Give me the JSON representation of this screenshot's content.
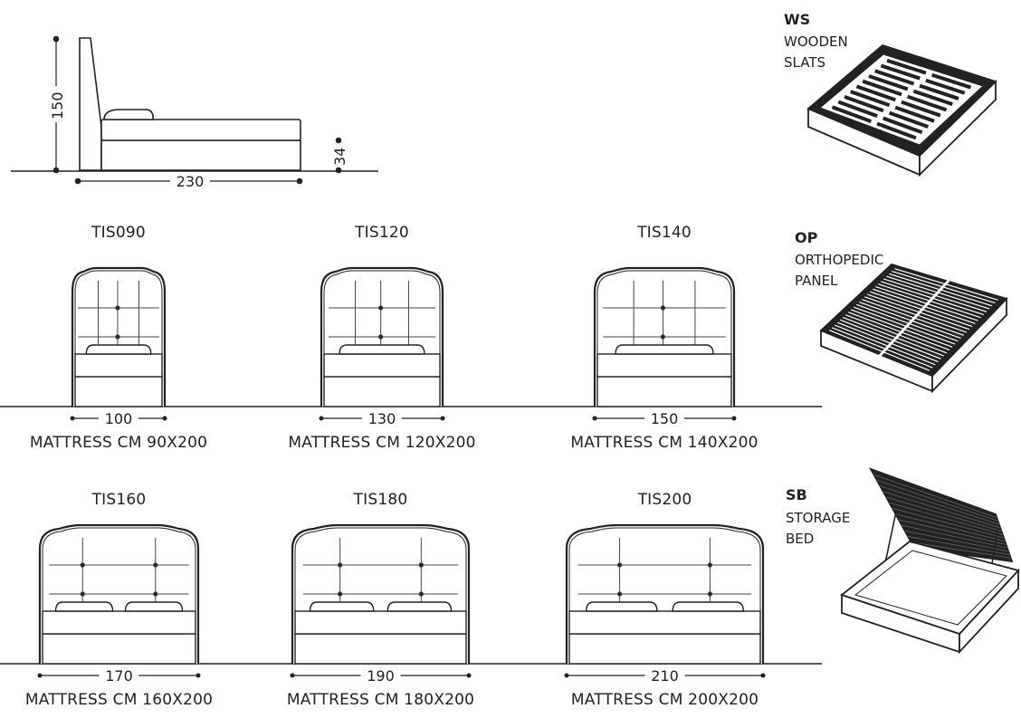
{
  "side_view": {
    "height_label": "150",
    "length_label": "230",
    "frame_height_label": "34"
  },
  "models": [
    {
      "code": "TIS090",
      "width_label": "100",
      "mattress_label": "MATTRESS CM 90X200"
    },
    {
      "code": "TIS120",
      "width_label": "130",
      "mattress_label": "MATTRESS CM 120X200"
    },
    {
      "code": "TIS140",
      "width_label": "150",
      "mattress_label": "MATTRESS CM 140X200"
    },
    {
      "code": "TIS160",
      "width_label": "170",
      "mattress_label": "MATTRESS CM 160X200"
    },
    {
      "code": "TIS180",
      "width_label": "190",
      "mattress_label": "MATTRESS CM 180X200"
    },
    {
      "code": "TIS200",
      "width_label": "210",
      "mattress_label": "MATTRESS CM 200X200"
    }
  ],
  "options": [
    {
      "code": "WS",
      "line1": "WOODEN",
      "line2": "SLATS",
      "icon": "wooden-slats-icon"
    },
    {
      "code": "OP",
      "line1": "ORTHOPEDIC",
      "line2": "PANEL",
      "icon": "orthopedic-panel-icon"
    },
    {
      "code": "SB",
      "line1": "STORAGE",
      "line2": "BED",
      "icon": "storage-bed-icon"
    }
  ]
}
